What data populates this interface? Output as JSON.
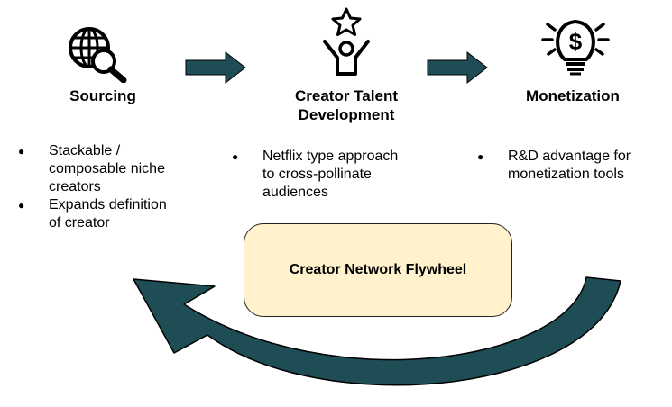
{
  "stages": [
    {
      "title_lines": [
        "Sourcing"
      ],
      "icon": "globe-search-icon",
      "bullets": [
        [
          "Stackable /",
          "composable niche",
          "creators"
        ],
        [
          "Expands definition",
          "of creator"
        ]
      ]
    },
    {
      "title_lines": [
        "Creator Talent",
        "Development"
      ],
      "icon": "star-person-icon",
      "bullets": [
        [
          "Netflix type approach",
          "to cross-pollinate",
          "audiences"
        ]
      ]
    },
    {
      "title_lines": [
        "Monetization"
      ],
      "icon": "dollar-lightbulb-icon",
      "bullets": [
        [
          "R&D advantage for",
          "monetization tools"
        ]
      ]
    }
  ],
  "center": {
    "label": "Creator Network Flywheel"
  },
  "colors": {
    "arrow": "#1e4d55",
    "box_fill": "#fff2cc",
    "icon": "#000000"
  }
}
